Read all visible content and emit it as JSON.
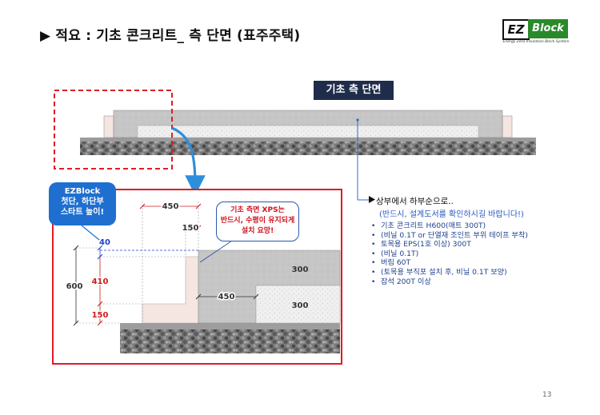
{
  "header": {
    "title": "▶ 적요 : 기초 콘크리트_ 측 단면 (표주주택)"
  },
  "logo": {
    "mark_left": "EZ",
    "mark_right": "Block",
    "tagline": "Energy Zero Insulation Block System",
    "colors": {
      "block": "#2a8a2a",
      "frame": "#111111"
    }
  },
  "section_label": "기초 측 단면",
  "callout": {
    "lines": [
      "EZBlock",
      "첫단, 하단부",
      "스타트 높이!"
    ],
    "color": "#1f6fd0"
  },
  "note": {
    "lines": [
      "기초 측면 XPS는",
      "반드시, 수평이 유지되게",
      "설치 요망!"
    ],
    "color": "#d0121b"
  },
  "dimensions": {
    "top_width": "450",
    "top_offset": "150",
    "insulation_gap": "40",
    "total_height": "600",
    "middle_height": "410",
    "bottom_height": "150",
    "inner_width": "450",
    "slab_upper": "300",
    "slab_lower": "300"
  },
  "specs": {
    "heading": "상부에서 하부순으로..",
    "subheading": "(반드시, 설계도서를 확인하시길 바랍니다!)",
    "items": [
      "기초 콘크리트 H600(매트 300T)",
      "(비닐 0.1T or 단열재 조인트 부위 테이프 부착)",
      "토목용 EPS(1호 이상) 300T",
      "(비닐 0.1T)",
      "버림 60T",
      "(토목용 부직포 설치 후, 비닐 0.1T 보양)",
      "잡석 200T 이상"
    ]
  },
  "page_number": "13",
  "colors": {
    "frame_red": "#e01b24",
    "concrete": "#c9c9c9",
    "eps": "#ececec",
    "xps": "#f6e6e2",
    "gravel": "#6e6e6e",
    "dim_red": "#d11a1a",
    "dim_blue": "#1f43c8",
    "arrow_blue": "#2d8fdc"
  }
}
